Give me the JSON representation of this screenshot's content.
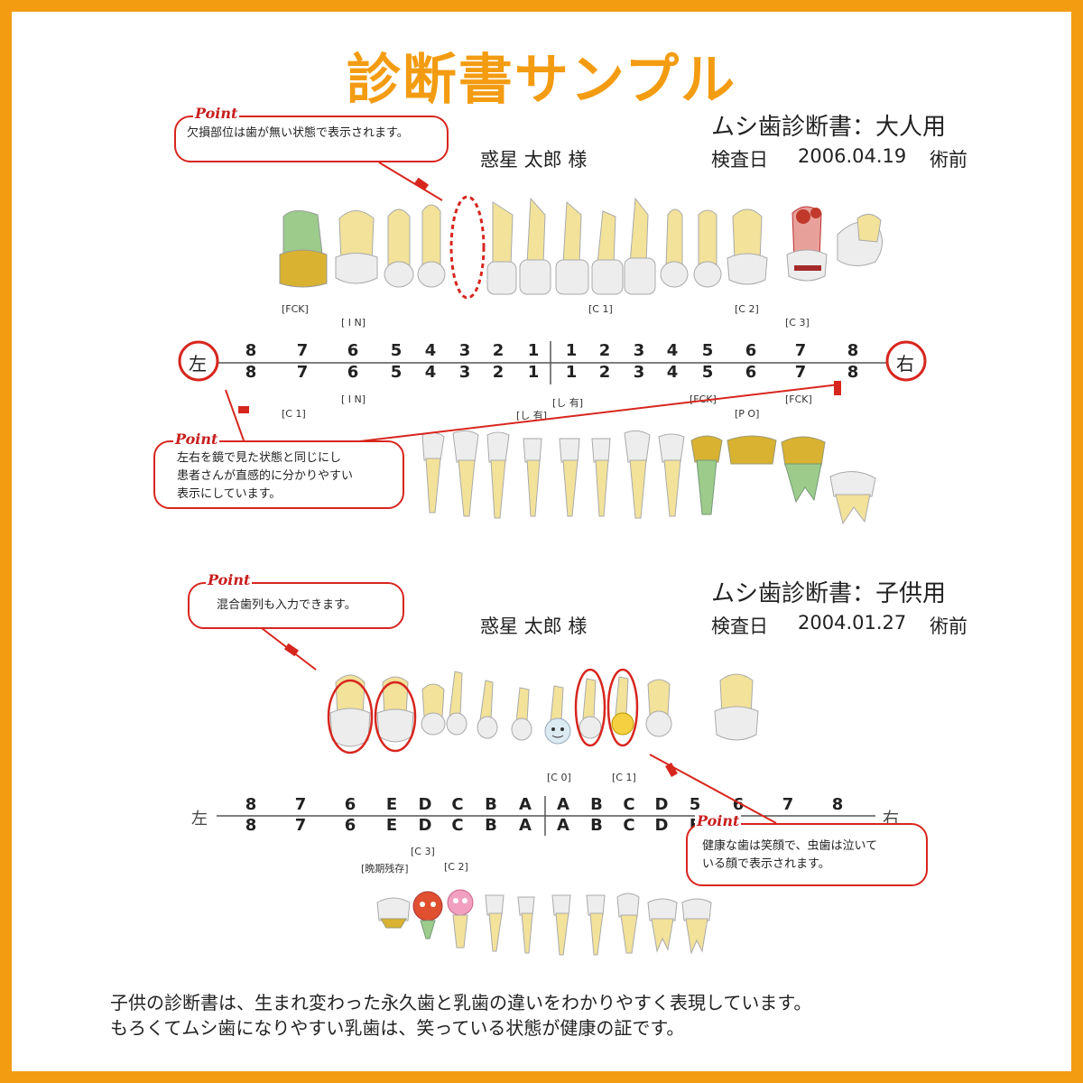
{
  "page_title": "診断書サンプル",
  "adult": {
    "doc_title": "ムシ歯診断書：大人用",
    "patient": "惑星 太郎 様",
    "date_label": "検査日",
    "date": "2006.04.19",
    "timing": "術前",
    "upper_numbers": [
      "8",
      "7",
      "6",
      "5",
      "4",
      "3",
      "2",
      "1",
      "1",
      "2",
      "3",
      "4",
      "5",
      "6",
      "7",
      "8"
    ],
    "lower_numbers": [
      "8",
      "7",
      "6",
      "5",
      "4",
      "3",
      "2",
      "1",
      "1",
      "2",
      "3",
      "4",
      "5",
      "6",
      "7",
      "8"
    ],
    "left_label": "左",
    "right_label": "右",
    "upper_labels": {
      "fck": "[FCK]",
      "in": "[ I N]",
      "c1": "[C 1]",
      "c2": "[C 2]",
      "c3": "[C 3]"
    },
    "lower_labels": {
      "c1": "[C 1]",
      "in": "[ I N]",
      "l1": "[し 有]",
      "l2": "[し 有]",
      "fck1": "[FCK]",
      "fck2": "[FCK]",
      "po": "[P O]"
    }
  },
  "child": {
    "doc_title": "ムシ歯診断書：子供用",
    "patient": "惑星 太郎 様",
    "date_label": "検査日",
    "date": "2004.01.27",
    "timing": "術前",
    "upper_numbers": [
      "8",
      "7",
      "6",
      "E",
      "D",
      "C",
      "B",
      "A",
      "A",
      "B",
      "C",
      "D",
      "5",
      "6",
      "7",
      "8"
    ],
    "lower_numbers": [
      "8",
      "7",
      "6",
      "E",
      "D",
      "C",
      "B",
      "A",
      "A",
      "B",
      "C",
      "D",
      "E"
    ],
    "left_label": "左",
    "right_label": "右",
    "upper_labels": {
      "c0": "[C 0]",
      "c1": "[C 1]"
    },
    "lower_labels": {
      "c3": "[C 3]",
      "late": "[晩期残存]",
      "c2": "[C 2]"
    }
  },
  "points": {
    "tag": "Point",
    "p1": "欠損部位は歯が無い状態で表示されます。",
    "p2_line1": "左右を鏡で見た状態と同じにし",
    "p2_line2": "患者さんが直感的に分かりやすい",
    "p2_line3": "表示にしています。",
    "p3": "混合歯列も入力できます。",
    "p4_line1": "健康な歯は笑顔で、虫歯は泣いて",
    "p4_line2": "いる顔で表示されます。"
  },
  "bottom_text": {
    "line1": "子供の診断書は、生まれ変わった永久歯と乳歯の違いをわかりやすく表現しています。",
    "line2": "もろくてムシ歯になりやすい乳歯は、笑っている状態が健康の証です。"
  },
  "colors": {
    "border": "#F39C12",
    "title": "#F39C12",
    "point_red": "#D7261E",
    "tooth_root": "#F2E29A",
    "tooth_crown": "#EDEDED",
    "filling_gold": "#D8B230",
    "treated_green": "#9CCB8C",
    "decay_red": "#C0392B"
  }
}
